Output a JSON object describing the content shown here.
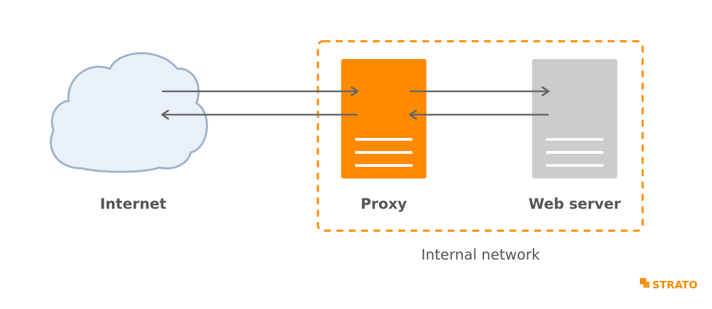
{
  "nodes": {
    "internet": {
      "label": "Internet"
    },
    "proxy": {
      "label": "Proxy"
    },
    "web_server": {
      "label": "Web server"
    }
  },
  "group": {
    "label": "Internal network"
  },
  "brand": {
    "name": "STRATO"
  },
  "colors": {
    "proxy_fill": "#ff8a00",
    "server_fill": "#cccccc",
    "cloud_fill": "#eaf0f7",
    "cloud_stroke": "#9db3cc",
    "group_border": "#ff8a00",
    "arrow": "#666666",
    "label_text": "#555555",
    "brand": "#f28c00"
  }
}
